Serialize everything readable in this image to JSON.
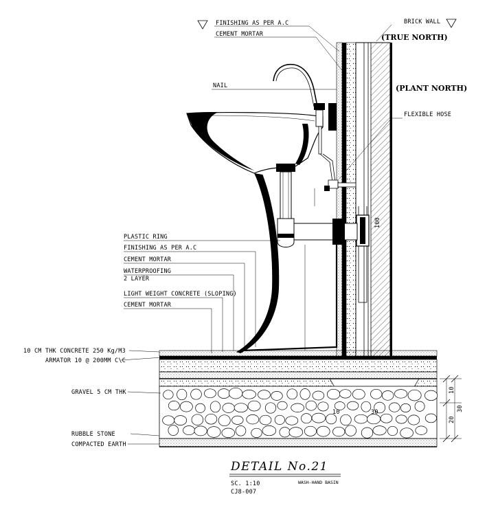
{
  "labels": {
    "finishing_top": "FINISHING AS PER A.C",
    "cement_mortar_top": "CEMENT MORTAR",
    "brick_wall": "BRICK WALL",
    "true_north": "(TRUE NORTH)",
    "plant_north": "(PLANT NORTH)",
    "nail": "NAIL",
    "flexible_hose": "FLEXIBLE HOSE",
    "plastic_ring": "PLASTIC RING",
    "finishing_mid": "FINISHING AS PER A.C",
    "cement_mortar_mid": "CEMENT MORTAR",
    "waterproofing_1": "WATERPROOFING",
    "waterproofing_2": "2 LAYER",
    "lw_concrete": "LIGHT WEIGHT CONCRETE (SLOPING)",
    "cement_mortar_low": "CEMENT MORTAR",
    "concrete": "10 CM THK CONCRETE 250 Kg/M3",
    "armator": "ARMATOR 10 @ 200MM C\\C",
    "gravel": "GRAVEL 5 CM THK",
    "rubble": "RUBBLE STONE",
    "earth": "COMPACTED EARTH"
  },
  "dimensions": {
    "pipe_size": "100",
    "d10a": "10",
    "d30a": "30",
    "right_10": "10",
    "right_20": "20",
    "right_30": "30"
  },
  "title_block": {
    "title": "DETAIL  No.21",
    "scale": "SC. 1:10",
    "code": "CJ8-007",
    "subject": "WASH-HAND BASIN"
  }
}
